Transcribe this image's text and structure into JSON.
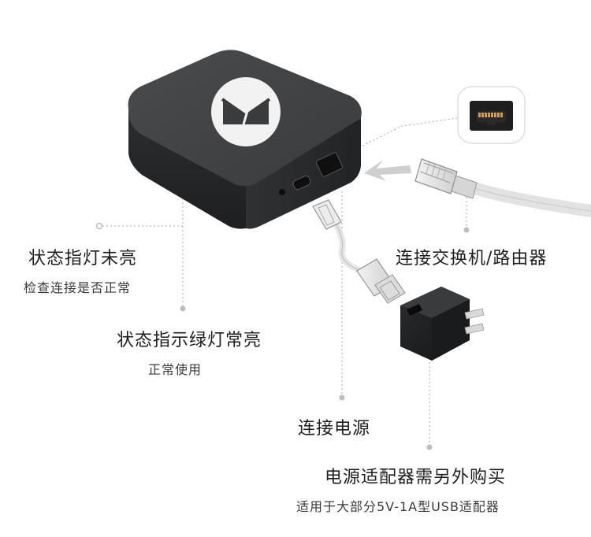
{
  "labels": {
    "status_off_title": "状态指灯未亮",
    "status_off_hint": "检查连接是否正常",
    "status_on_title": "状态指示绿灯常亮",
    "status_on_hint": "正常使用",
    "network_title": "连接交换机/路由器",
    "power_title": "连接电源",
    "adapter_title": "电源适配器需另外购买",
    "adapter_hint": "适用于大部分5V-1A型USB适配器"
  },
  "icons": {
    "device_logo": "envelope-logo-icon",
    "ethernet_port": "ethernet-port-icon",
    "ethernet_plug": "rj45-plug-icon",
    "usb_cable": "usb-cable-icon",
    "power_adapter": "usb-power-adapter-icon",
    "arrow": "arrow-left-icon"
  },
  "colors": {
    "device_body": "#3a3b3d",
    "guide_line": "#9a9a9a",
    "port_highlight": "#e39a2a",
    "arrow": "#c8c8c8"
  }
}
